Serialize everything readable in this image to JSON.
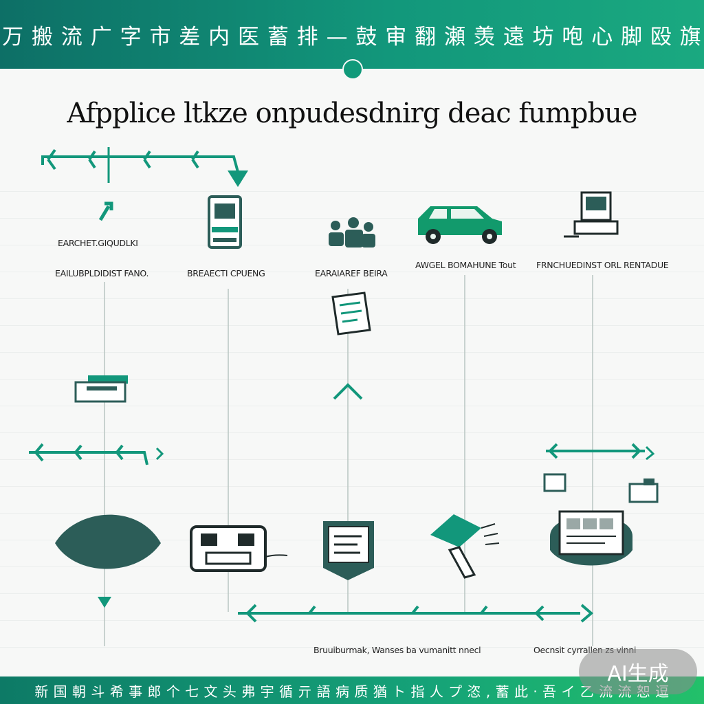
{
  "header": {
    "title": "万 搬 流 广 字 市 差  内 医 蓄 排 — 鼓 审 翻 瀬 羡 遠 坊 咆 心 脚 殴 旗"
  },
  "main": {
    "title": "Afpplice ltkze onpudesdnirg deac  fumpbue"
  },
  "labels": {
    "col1_top": "EARCHET.GIQUDLKI",
    "col1_bottom": "EAILUBPLDIDIST FANO.",
    "col2": "BREAECTI CPUENG",
    "col3": "EARAIAREF BEIRA",
    "col4": "AWGEL BOMAHUNE Tout",
    "col5": "FRNCHUEDINST ORL RENTADUE",
    "bottom_left": "Bruuiburmak, Wanses ba vumanitt nnecl",
    "bottom_right": "Oecnsit cyrrallen zs vinni"
  },
  "footer": {
    "text": "新 国 朝 斗 希 事 郎 个 七 文 头 弗 宇 循 亓 語 病 质 猶 ト 指 人 プ 恣 , 蓄 此 · 吾 イ 乙 流 流 恕 逗"
  },
  "badge": {
    "text": "AI生成"
  },
  "colors": {
    "accent": "#12977b",
    "dark_teal": "#2c5d58",
    "header": "#0d6f66",
    "line": "#1aa37a"
  }
}
